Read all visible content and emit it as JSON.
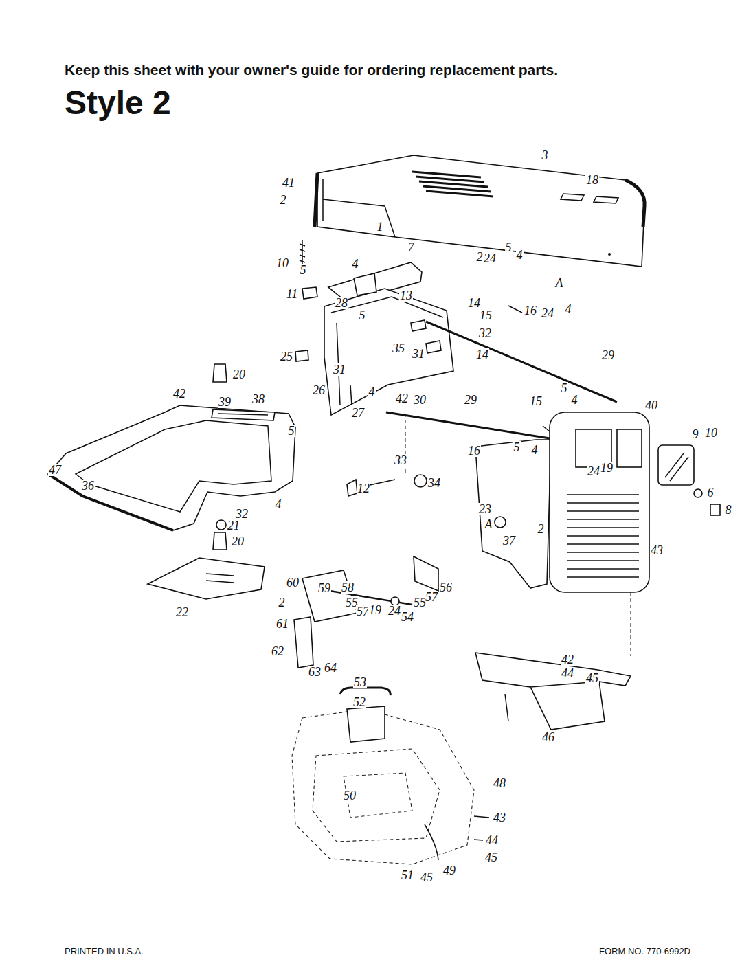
{
  "diagram": {
    "title": "Style 2",
    "labels": [
      "Keep this sheet with your owner's guide for ordering replacement parts.",
      "3",
      "18",
      "41",
      "2",
      "1",
      "7",
      "2",
      "24",
      "5",
      "4",
      "A",
      "4",
      "24",
      "16",
      "15",
      "14",
      "10",
      "5",
      "4",
      "11",
      "28",
      "13",
      "5",
      "32",
      "35",
      "31",
      "14",
      "29",
      "25",
      "31",
      "26",
      "4",
      "42",
      "30",
      "29",
      "27",
      "20",
      "42",
      "39",
      "38",
      "5",
      "15",
      "5",
      "4",
      "40",
      "9",
      "10",
      "16",
      "5",
      "4",
      "24",
      "19",
      "6",
      "8",
      "33",
      "12",
      "34",
      "23",
      "A",
      "2",
      "37",
      "43",
      "47",
      "36",
      "32",
      "4",
      "21",
      "20",
      "22",
      "60",
      "59",
      "58",
      "55",
      "57",
      "19",
      "24",
      "54",
      "55",
      "57",
      "56",
      "2",
      "61",
      "62",
      "63",
      "64",
      "53",
      "52",
      "42",
      "44",
      "45",
      "46",
      "48",
      "50",
      "43",
      "44",
      "45",
      "51",
      "45",
      "49",
      "PRINTED IN U.S.A.",
      "FORM NO. 770-6992D"
    ]
  }
}
